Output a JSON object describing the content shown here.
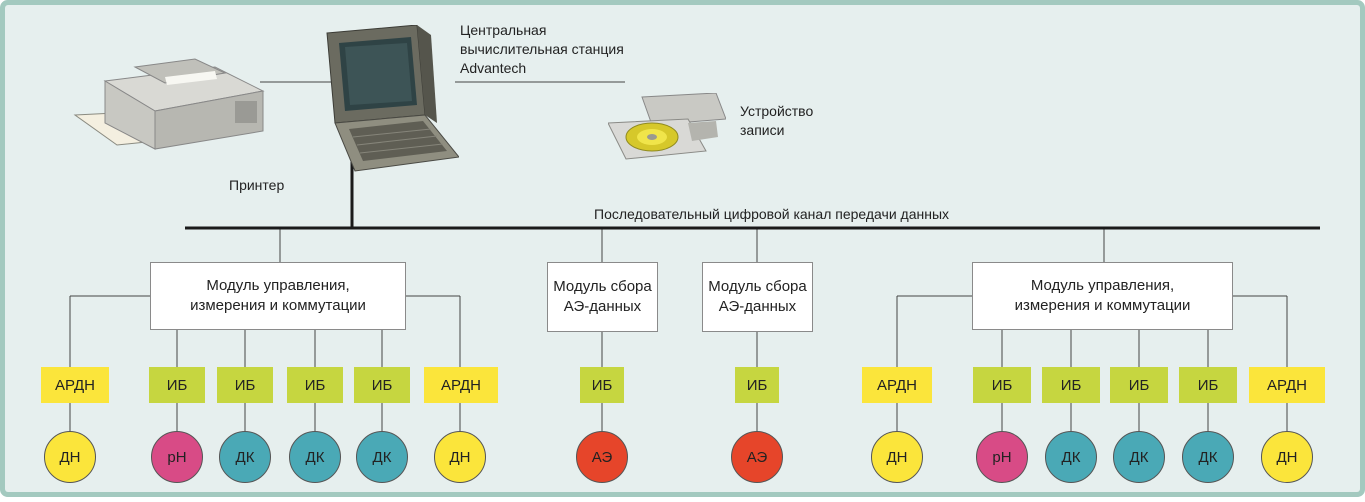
{
  "labels": {
    "station": "Центральная\nвычислительная станция\nAdvantech",
    "recorder": "Устройство\nзаписи",
    "printer": "Принтер",
    "bus": "Последовательный цифровой канал передачи данных"
  },
  "modules": {
    "control": "Модуль управления,\nизмерения и коммутации",
    "ae": "Модуль сбора\nАЭ-данных"
  },
  "units": {
    "ardn": "АРДН",
    "ib": "ИБ"
  },
  "sensors": {
    "dn": "ДН",
    "ph": "pH",
    "dk": "ДК",
    "ae": "АЭ"
  },
  "colors": {
    "bus_line": "#1a1a1a",
    "link_line": "#444444",
    "ardn_fill": "#fbe53b",
    "ib_fill": "#c6d640",
    "dn_fill": "#fbe53b",
    "ph_fill": "#d84b86",
    "dk_fill": "#4aa9b6",
    "ae_fill": "#e6452a"
  },
  "icons": [
    "printer-icon",
    "workstation-icon",
    "cd-recorder-icon"
  ]
}
